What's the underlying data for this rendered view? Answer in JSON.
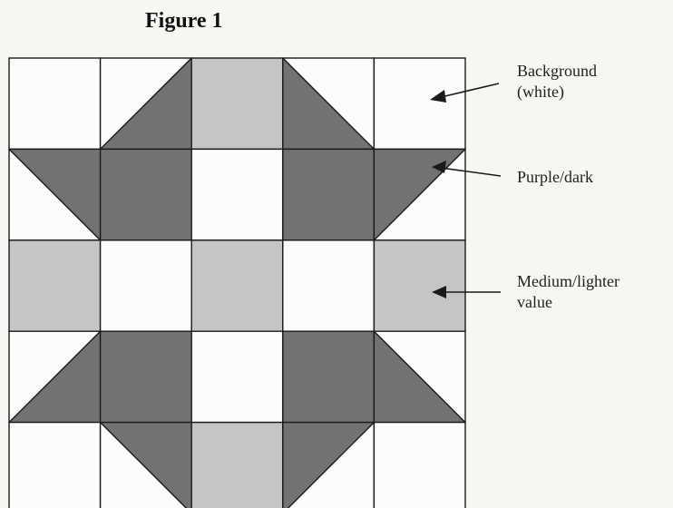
{
  "title": "Figure 1",
  "colors": {
    "background": "#fcfcfa",
    "dark": "#727272",
    "medium": "#c5c5c5",
    "line": "#1a1a1a"
  },
  "block": {
    "rows": 5,
    "cols": 5,
    "cells": [
      [
        {
          "t": "s",
          "f": "background"
        },
        {
          "t": "t",
          "d": "tr-bl",
          "a": "background",
          "b": "dark"
        },
        {
          "t": "s",
          "f": "medium"
        },
        {
          "t": "t",
          "d": "tl-br",
          "a": "background",
          "b": "dark"
        },
        {
          "t": "s",
          "f": "background"
        }
      ],
      [
        {
          "t": "t",
          "d": "tl-br",
          "a": "dark",
          "b": "background"
        },
        {
          "t": "s",
          "f": "dark"
        },
        {
          "t": "s",
          "f": "background"
        },
        {
          "t": "s",
          "f": "dark"
        },
        {
          "t": "t",
          "d": "tr-bl",
          "a": "dark",
          "b": "background"
        }
      ],
      [
        {
          "t": "s",
          "f": "medium"
        },
        {
          "t": "s",
          "f": "background"
        },
        {
          "t": "s",
          "f": "medium"
        },
        {
          "t": "s",
          "f": "background"
        },
        {
          "t": "s",
          "f": "medium"
        }
      ],
      [
        {
          "t": "t",
          "d": "tr-bl",
          "a": "background",
          "b": "dark"
        },
        {
          "t": "s",
          "f": "dark"
        },
        {
          "t": "s",
          "f": "background"
        },
        {
          "t": "s",
          "f": "dark"
        },
        {
          "t": "t",
          "d": "tl-br",
          "a": "background",
          "b": "dark"
        }
      ],
      [
        {
          "t": "s",
          "f": "background"
        },
        {
          "t": "t",
          "d": "tl-br",
          "a": "dark",
          "b": "background"
        },
        {
          "t": "s",
          "f": "medium"
        },
        {
          "t": "t",
          "d": "tr-bl",
          "a": "dark",
          "b": "background"
        },
        {
          "t": "s",
          "f": "background"
        }
      ]
    ]
  },
  "labels": {
    "background": [
      "Background",
      "(white)"
    ],
    "dark": [
      "Purple/dark"
    ],
    "medium": [
      "Medium/lighter",
      "value"
    ]
  }
}
